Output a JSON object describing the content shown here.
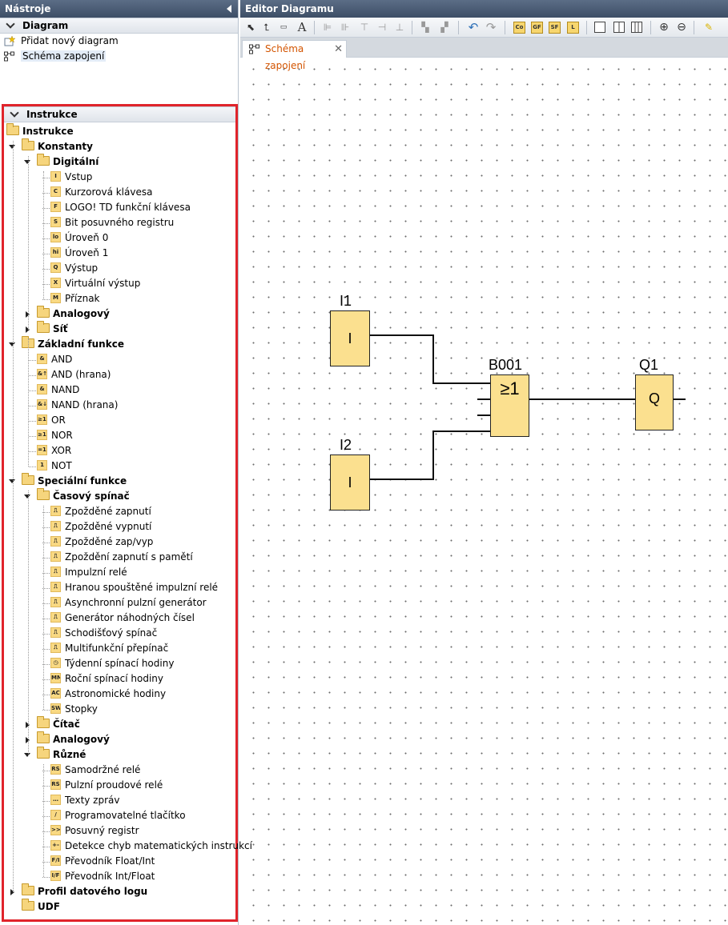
{
  "tools": {
    "title": "Nástroje",
    "diagram_section": "Diagram",
    "diagram_items": [
      "Přidat nový diagram",
      "Schéma zapojení"
    ],
    "instructions_section": "Instrukce"
  },
  "tree": [
    {
      "label": "Instrukce",
      "level": 0,
      "type": "folder",
      "bold": true,
      "toggle": "none"
    },
    {
      "label": "Konstanty",
      "level": 1,
      "type": "folder",
      "bold": true,
      "toggle": "open"
    },
    {
      "label": "Digitální",
      "level": 2,
      "type": "folder",
      "bold": true,
      "toggle": "open"
    },
    {
      "label": "Vstup",
      "level": 3,
      "type": "leaf",
      "icon": "I"
    },
    {
      "label": "Kurzorová klávesa",
      "level": 3,
      "type": "leaf",
      "icon": "C"
    },
    {
      "label": "LOGO! TD funkční klávesa",
      "level": 3,
      "type": "leaf",
      "icon": "F"
    },
    {
      "label": "Bit posuvného registru",
      "level": 3,
      "type": "leaf",
      "icon": "S"
    },
    {
      "label": "Úroveň 0",
      "level": 3,
      "type": "leaf",
      "icon": "lo"
    },
    {
      "label": "Úroveň 1",
      "level": 3,
      "type": "leaf",
      "icon": "hi"
    },
    {
      "label": "Výstup",
      "level": 3,
      "type": "leaf",
      "icon": "Q"
    },
    {
      "label": "Virtuální výstup",
      "level": 3,
      "type": "leaf",
      "icon": "X"
    },
    {
      "label": "Příznak",
      "level": 3,
      "type": "leaf",
      "icon": "M"
    },
    {
      "label": "Analogový",
      "level": 2,
      "type": "folder",
      "bold": true,
      "toggle": "closed"
    },
    {
      "label": "Síť",
      "level": 2,
      "type": "folder",
      "bold": true,
      "toggle": "closed"
    },
    {
      "label": "Základní funkce",
      "level": 1,
      "type": "folder",
      "bold": true,
      "toggle": "open"
    },
    {
      "label": "AND",
      "level": 2,
      "type": "leaf",
      "icon": "&"
    },
    {
      "label": "AND (hrana)",
      "level": 2,
      "type": "leaf",
      "icon": "&↑"
    },
    {
      "label": "NAND",
      "level": 2,
      "type": "leaf",
      "icon": "&"
    },
    {
      "label": "NAND (hrana)",
      "level": 2,
      "type": "leaf",
      "icon": "&↓"
    },
    {
      "label": "OR",
      "level": 2,
      "type": "leaf",
      "icon": "≥1"
    },
    {
      "label": "NOR",
      "level": 2,
      "type": "leaf",
      "icon": "≥1"
    },
    {
      "label": "XOR",
      "level": 2,
      "type": "leaf",
      "icon": "=1"
    },
    {
      "label": "NOT",
      "level": 2,
      "type": "leaf",
      "icon": "1"
    },
    {
      "label": "Speciální funkce",
      "level": 1,
      "type": "folder",
      "bold": true,
      "toggle": "open"
    },
    {
      "label": "Časový spínač",
      "level": 2,
      "type": "folder",
      "bold": true,
      "toggle": "open"
    },
    {
      "label": "Zpožděné zapnutí",
      "level": 3,
      "type": "leaf",
      "icon": "⎍"
    },
    {
      "label": "Zpožděné vypnutí",
      "level": 3,
      "type": "leaf",
      "icon": "⎍"
    },
    {
      "label": "Zpožděné zap/vyp",
      "level": 3,
      "type": "leaf",
      "icon": "⎍"
    },
    {
      "label": "Zpoždění zapnutí s pamětí",
      "level": 3,
      "type": "leaf",
      "icon": "⎍"
    },
    {
      "label": "Impulzní relé",
      "level": 3,
      "type": "leaf",
      "icon": "⎍"
    },
    {
      "label": "Hranou spouštěné impulzní relé",
      "level": 3,
      "type": "leaf",
      "icon": "⎍"
    },
    {
      "label": "Asynchronní pulzní generátor",
      "level": 3,
      "type": "leaf",
      "icon": "⎍"
    },
    {
      "label": "Generátor náhodných čísel",
      "level": 3,
      "type": "leaf",
      "icon": "⎍"
    },
    {
      "label": "Schodišťový spínač",
      "level": 3,
      "type": "leaf",
      "icon": "⎍"
    },
    {
      "label": "Multifunkční přepínač",
      "level": 3,
      "type": "leaf",
      "icon": "⎍"
    },
    {
      "label": "Týdenní spínací hodiny",
      "level": 3,
      "type": "leaf",
      "icon": "◷"
    },
    {
      "label": "Roční spínací hodiny",
      "level": 3,
      "type": "leaf",
      "icon": "MM"
    },
    {
      "label": "Astronomické hodiny",
      "level": 3,
      "type": "leaf",
      "icon": "AC"
    },
    {
      "label": "Stopky",
      "level": 3,
      "type": "leaf",
      "icon": "SW"
    },
    {
      "label": "Čítač",
      "level": 2,
      "type": "folder",
      "bold": true,
      "toggle": "closed"
    },
    {
      "label": "Analogový",
      "level": 2,
      "type": "folder",
      "bold": true,
      "toggle": "closed"
    },
    {
      "label": "Různé",
      "level": 2,
      "type": "folder",
      "bold": true,
      "toggle": "open"
    },
    {
      "label": "Samodržné relé",
      "level": 3,
      "type": "leaf",
      "icon": "RS"
    },
    {
      "label": "Pulzní proudové relé",
      "level": 3,
      "type": "leaf",
      "icon": "RS"
    },
    {
      "label": "Texty zpráv",
      "level": 3,
      "type": "leaf",
      "icon": "…"
    },
    {
      "label": "Programovatelné tlačítko",
      "level": 3,
      "type": "leaf",
      "icon": "/"
    },
    {
      "label": "Posuvný registr",
      "level": 3,
      "type": "leaf",
      "icon": ">>"
    },
    {
      "label": "Detekce chyb matematických instrukcí",
      "level": 3,
      "type": "leaf",
      "icon": "+-"
    },
    {
      "label": "Převodník Float/Int",
      "level": 3,
      "type": "leaf",
      "icon": "F/I"
    },
    {
      "label": "Převodník Int/Float",
      "level": 3,
      "type": "leaf",
      "icon": "I/F"
    },
    {
      "label": "Profil datového logu",
      "level": 1,
      "type": "folder",
      "bold": true,
      "toggle": "closed"
    },
    {
      "label": "UDF",
      "level": 1,
      "type": "folder",
      "bold": true,
      "toggle": "none"
    }
  ],
  "editor": {
    "title": "Editor Diagramu",
    "tab_label": "Schéma zapojení",
    "toolbar_yellow": [
      "Co",
      "GF",
      "SF",
      "L"
    ],
    "text_tool": "A"
  },
  "diagram": {
    "blocks": [
      {
        "id": "I1",
        "label": "I1",
        "symbol": "I"
      },
      {
        "id": "I2",
        "label": "I2",
        "symbol": "I"
      },
      {
        "id": "B001",
        "label": "B001",
        "symbol": "≥1"
      },
      {
        "id": "Q1",
        "label": "Q1",
        "symbol": "Q"
      }
    ]
  },
  "colors": {
    "title_bar": "#3d4e66",
    "block_fill": "#fbe08f",
    "highlight_frame": "#e0242b",
    "tab_text": "#d35400"
  }
}
